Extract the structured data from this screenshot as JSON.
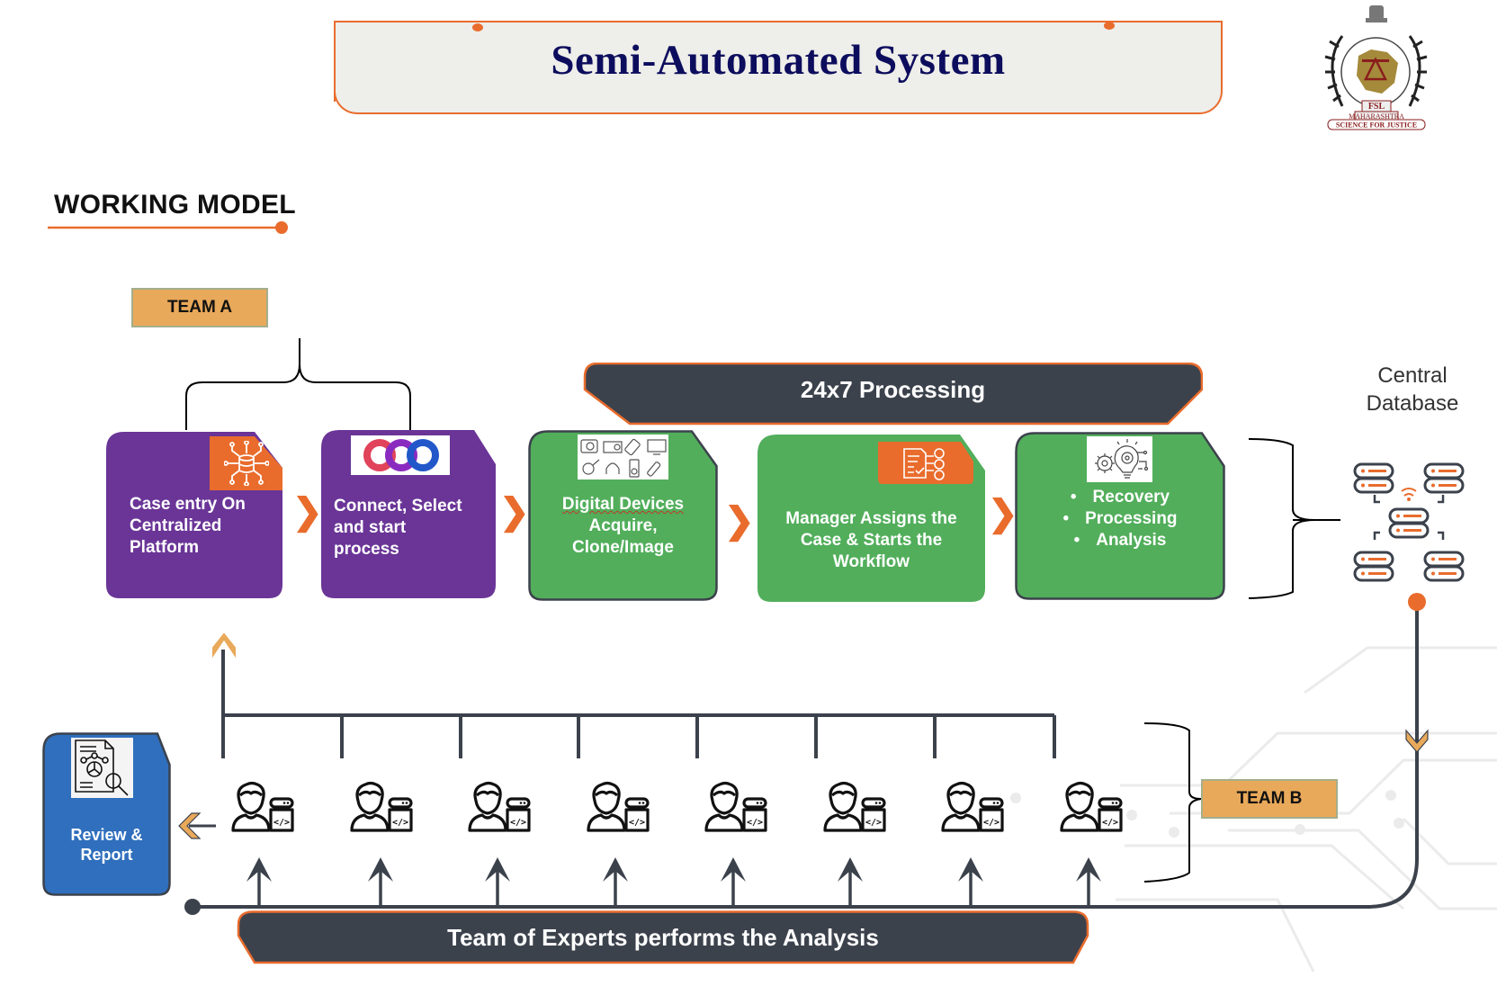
{
  "header": {
    "title": "Semi-Automated System",
    "logo": {
      "name": "fsl-maharashtra-emblem",
      "line1": "FSL",
      "line2": "MAHARASHTRA",
      "motto": "SCIENCE FOR JUSTICE"
    }
  },
  "section_title": "WORKING MODEL",
  "teams": {
    "team_a": "TEAM A",
    "team_b": "TEAM B"
  },
  "processing_band": "24x7 Processing",
  "bottom_band": "Team of Experts performs the Analysis",
  "central_database": {
    "line1": "Central",
    "line2": "Database"
  },
  "steps": [
    {
      "id": "case-entry",
      "icon": "database-network-icon",
      "lines": [
        "Case entry  On",
        "Centralized",
        "Platform"
      ],
      "color": "#6a3597"
    },
    {
      "id": "connect-select",
      "icon": "infinity-loop-logo-icon",
      "lines": [
        "Connect, Select",
        "and start",
        "process"
      ],
      "color": "#6a3597"
    },
    {
      "id": "digital-devices",
      "icon": "digital-devices-grid-icon",
      "lines": [
        "Digital Devices",
        "Acquire,",
        "Clone/Image"
      ],
      "color": "#52ae5b"
    },
    {
      "id": "manager-assigns",
      "icon": "task-assignment-icon",
      "lines": [
        "Manager Assigns the",
        "Case & Starts the",
        "Workflow"
      ],
      "color": "#52ae5b"
    },
    {
      "id": "recovery",
      "icon": "gear-lightbulb-icon",
      "bullets": [
        "Recovery",
        "Processing",
        "Analysis"
      ],
      "color": "#52ae5b"
    }
  ],
  "review_report": {
    "icon": "report-analysis-icon",
    "lines": [
      "Review &",
      "Report"
    ],
    "color": "#2f6fbd"
  },
  "experts": {
    "count": 8,
    "icon": "developer-expert-icon"
  },
  "colors": {
    "accent_orange": "#e96c2d",
    "tag_orange": "#e9a95a",
    "dark_slate": "#3c424c",
    "purple": "#6a3597",
    "green": "#52ae5b",
    "blue": "#2f6fbd",
    "title_navy": "#0d0d5e"
  }
}
